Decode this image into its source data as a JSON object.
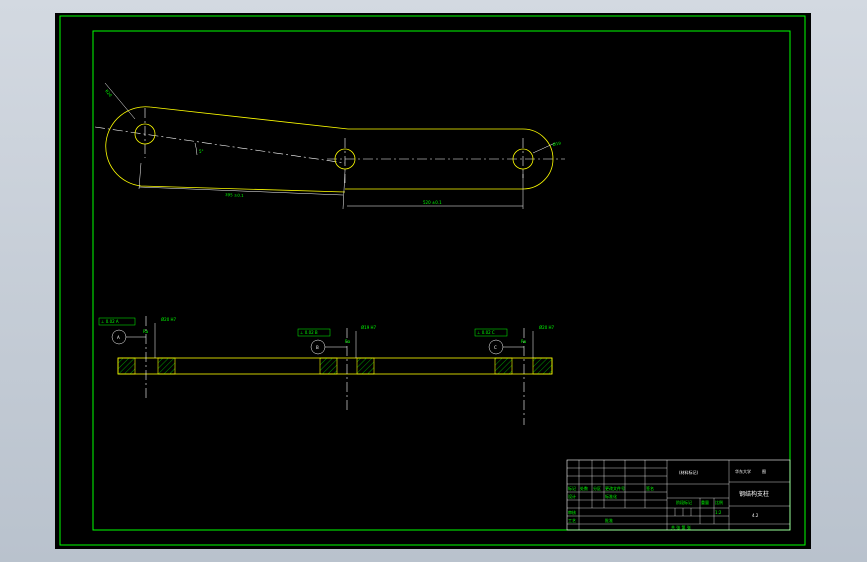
{
  "colors": {
    "background": "#000000",
    "border": "#00ff00",
    "geometry": "#ffff00",
    "centerline": "#ffffff",
    "dimension": "#00ff00",
    "hatch": "#00ff00"
  },
  "top_view": {
    "dim_left_length": "395 ±0.1",
    "dim_right_length": "520 ±0.1",
    "dim_angle": "5°",
    "dim_radius": "R20",
    "dim_hole": "Ø19"
  },
  "section_view": {
    "datums": [
      {
        "id": "A",
        "tolerance": "⊥ 0.02 A",
        "hole_dim": "Ø20 H7"
      },
      {
        "id": "B",
        "tolerance": "⊥ 0.02 B",
        "hole_dim": "Ø19 H7"
      },
      {
        "id": "C",
        "tolerance": "⊥ 0.02 C",
        "hole_dim": "Ø20 H7"
      }
    ],
    "surface_mark": "Ra"
  },
  "title_block": {
    "material": "(材料标记)",
    "company": "华东大学",
    "part_name": "钢结构支柱",
    "drawing_code": "图",
    "scale": "1:2",
    "weight": "重量",
    "sheet": "共 张 第 张",
    "process_label": "工艺",
    "designer_label": "设计",
    "checker_label": "审核",
    "standard_label": "标准化",
    "approve_label": "批准",
    "date_label": "日期",
    "mark_label": "标记",
    "count_label": "处数",
    "zone_label": "分区",
    "change_label": "更改文件号",
    "sign_label": "签名",
    "stage_label": "阶段标记",
    "ratio_label": "比例",
    "sheet_no": "4.2"
  }
}
